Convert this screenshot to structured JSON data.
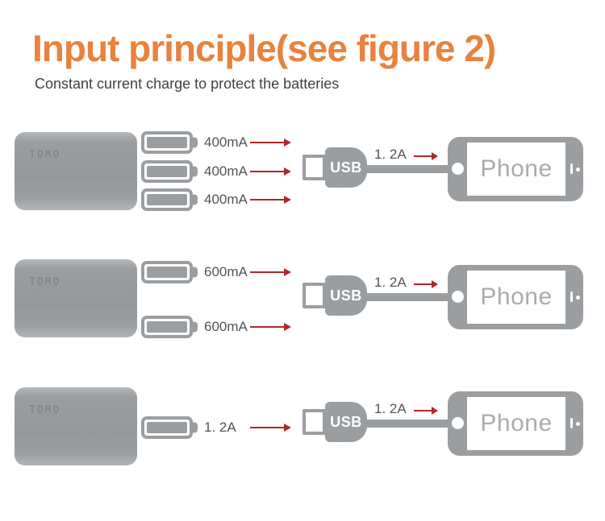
{
  "header": {
    "title": "Input principle(see figure 2)",
    "subtitle": "Constant current charge to protect the batteries"
  },
  "colors": {
    "accent_orange": "#E8823E",
    "arrow_red": "#B1272B",
    "device_gray": "#9B9EA1",
    "label_gray": "#515356",
    "subtitle_gray": "#3F4043",
    "phone_text_gray": "#A9ACAE",
    "background": "#FFFFFF"
  },
  "rows": [
    {
      "powerbank_label": "TOMO",
      "flows": [
        {
          "label": "400mA"
        },
        {
          "label": "400mA"
        },
        {
          "label": "400mA"
        }
      ],
      "usb_label": "USB",
      "cable_label": "1. 2A",
      "phone_label": "Phone"
    },
    {
      "powerbank_label": "TOMO",
      "flows": [
        {
          "label": "600mA"
        },
        {
          "label": "600mA"
        }
      ],
      "usb_label": "USB",
      "cable_label": "1. 2A",
      "phone_label": "Phone"
    },
    {
      "powerbank_label": "TOMO",
      "flows": [
        {
          "label": "1. 2A"
        }
      ],
      "usb_label": "USB",
      "cable_label": "1. 2A",
      "phone_label": "Phone"
    }
  ]
}
